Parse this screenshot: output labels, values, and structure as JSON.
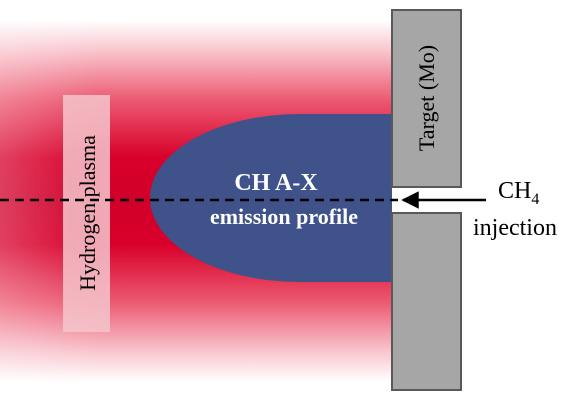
{
  "labels": {
    "plasma": "Hydrogen plasma",
    "target": "Target (Mo)",
    "emission_line1": "CH A-X",
    "emission_line2": "emission profile",
    "injection_species_base": "CH",
    "injection_species_sub": "4",
    "injection_word": "injection"
  },
  "colors": {
    "plasma_core": "#d8002a",
    "emission_fill": "#3f5289",
    "target_fill": "#a6a6a6",
    "target_edge": "#595959",
    "label_box": "#f4c6cc",
    "text_dark": "#000000",
    "text_light": "#ffffff"
  }
}
